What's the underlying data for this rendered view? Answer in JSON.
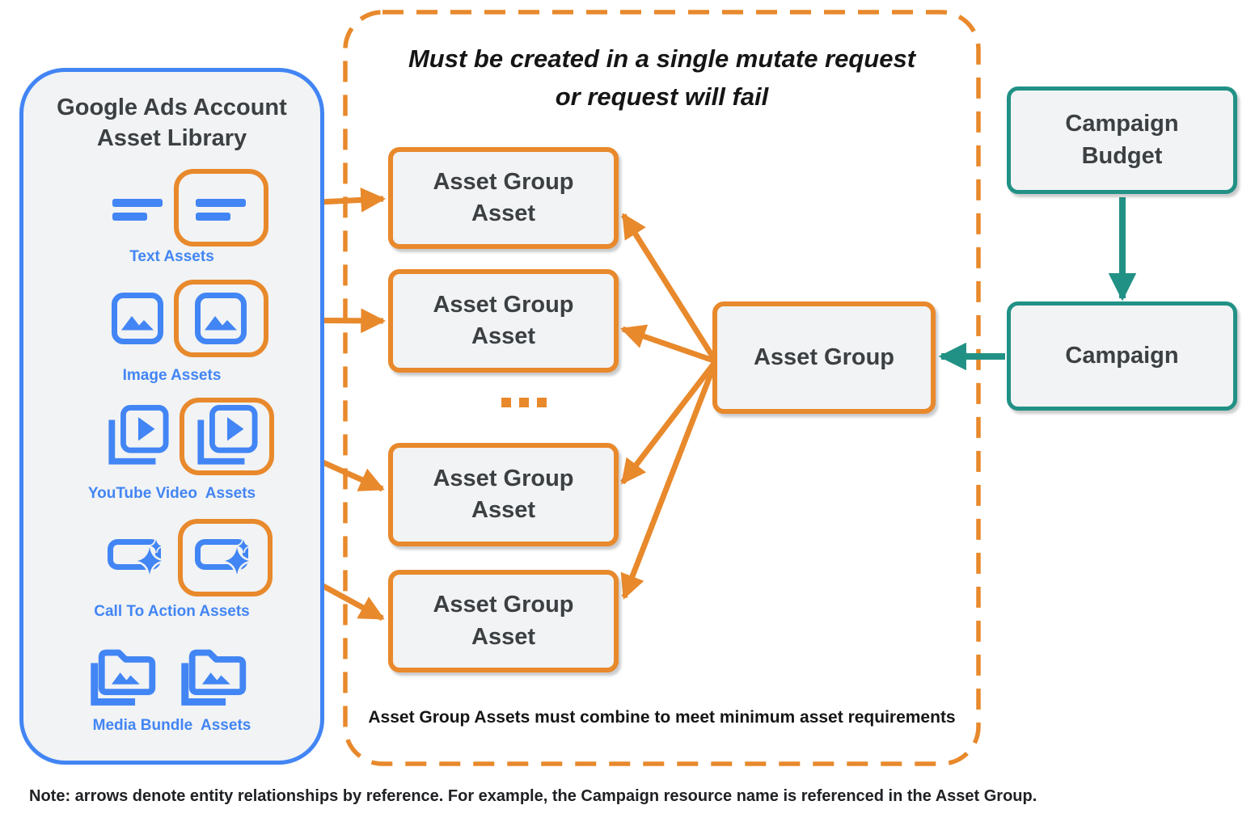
{
  "library": {
    "title_lines": [
      "Google Ads Account",
      "Asset Library"
    ],
    "items": [
      {
        "label": "Text Assets",
        "icon": "text-asset-icon",
        "highlighted": true
      },
      {
        "label": "Image Assets",
        "icon": "image-asset-icon",
        "highlighted": true
      },
      {
        "label": "YouTube Video  Assets",
        "icon": "youtube-video-asset-icon",
        "highlighted": true
      },
      {
        "label": "Call To Action Assets",
        "icon": "call-to-action-asset-icon",
        "highlighted": true
      },
      {
        "label": "Media Bundle  Assets",
        "icon": "media-bundle-asset-icon",
        "highlighted": false
      }
    ]
  },
  "mutate_box": {
    "title_lines": [
      "Must be created in a single mutate request",
      "or request will fail"
    ],
    "asset_group_asset_boxes": [
      "Asset Group Asset",
      "Asset Group Asset",
      "Asset Group Asset",
      "Asset Group Asset"
    ],
    "ellipsis": "...",
    "caption": "Asset Group Assets must combine to meet minimum asset requirements"
  },
  "entities": {
    "asset_group": "Asset Group",
    "campaign": "Campaign",
    "campaign_budget": "Campaign Budget"
  },
  "note": "Note: arrows denote entity relationships by reference. For example, the Campaign resource name is referenced in the Asset Group.",
  "colors": {
    "orange": "#E8892C",
    "blue": "#4285F4",
    "teal": "#219185",
    "box_fill": "#F1F3F4",
    "dark_text": "#3C4043"
  }
}
